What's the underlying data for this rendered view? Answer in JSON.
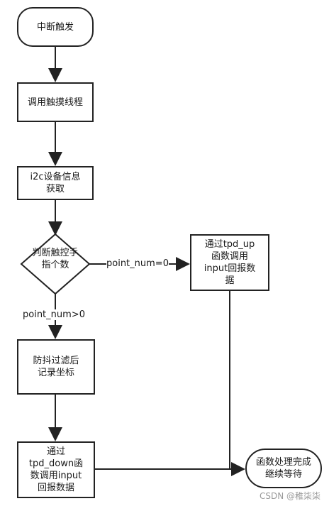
{
  "nodes": {
    "start": "中断触发",
    "call_thread": "调用触摸线程",
    "i2c_info": "i2c设备信息\n获取",
    "decision": "判断触控手\n指个数",
    "tpd_up": "通过tpd_up\n函数调用\ninput回报数\n据",
    "debounce": "防抖过滤后\n记录坐标",
    "tpd_down": "通过\ntpd_down函\n数调用input\n回报数据",
    "end": "函数处理完成\n继续等待"
  },
  "edge_labels": {
    "zero": "point_num=0",
    "positive": "point_num>0"
  },
  "watermark": "CSDN @稚柒柒"
}
